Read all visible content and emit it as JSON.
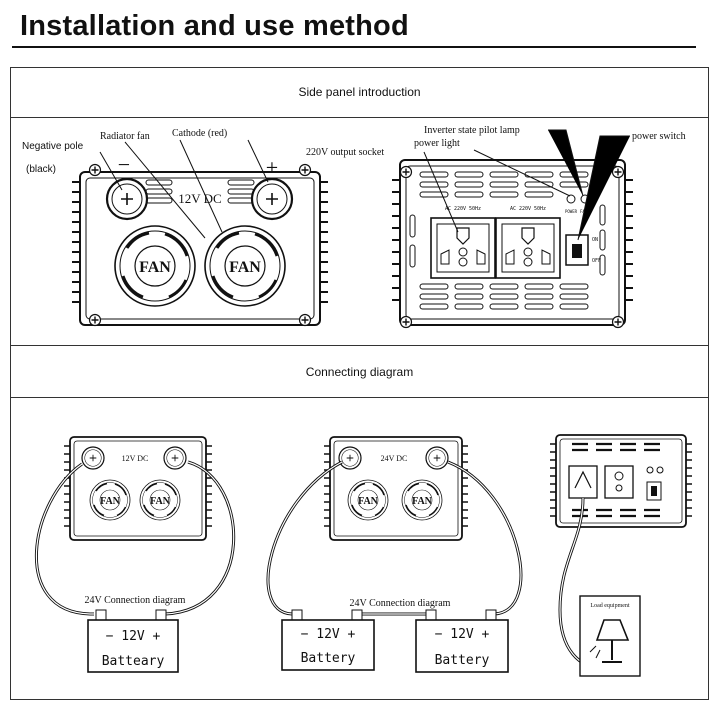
{
  "page": {
    "title": "Installation and use method"
  },
  "sections": {
    "side_panel": "Side panel introduction",
    "connecting": "Connecting diagram"
  },
  "labels": {
    "negative_pole": "Negative pole",
    "negative_color": "(black)",
    "radiator_fan": "Radiator fan",
    "cathode": "Cathode (red)",
    "output_socket": "220V output socket",
    "pilot_lamp": "Inverter state pilot lamp",
    "power_light": "power light",
    "power_switch": "power switch"
  },
  "unit_marks": {
    "dc_12v": "12V DC",
    "dc_24v": "24V DC",
    "fan": "FAN",
    "minus": "−",
    "plus": "+",
    "socket_label": "AC 220V 50Hz",
    "switch_on": "ON",
    "switch_off": "OFF",
    "power_mark": "POWER",
    "fault_mark": "FAULT"
  },
  "diagrams": {
    "left_caption": "24V Connection diagram",
    "middle_caption": "24V Connection diagram",
    "battery_voltage": "−  12V  +",
    "battery_left": "Batteary",
    "battery_mid": "Battery",
    "battery_right": "Battery",
    "load_label": "Load equipment"
  }
}
